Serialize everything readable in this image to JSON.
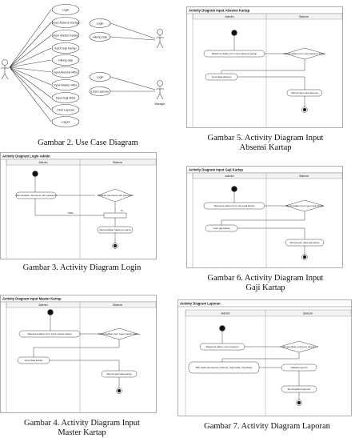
{
  "use_case": {
    "caption": "Gambar 2. Use Case Diagram",
    "actor_left": "",
    "actor_right_top": "",
    "actor_right_bottom": "Manajer",
    "cases_left": [
      "Login",
      "Input Absensi Kartap",
      "Input Master Kartap",
      "Input Gaji Kartap",
      "Hitung Gaji",
      "Input Absensi Mitra",
      "Input Master Mitra",
      "Input Gaji Mitra",
      "Lihat Laporan",
      "Logout"
    ],
    "cases_right_top": [
      "Login",
      "Hitung Gaji"
    ],
    "cases_right_bottom": [
      "Login",
      "Lihat Laporan"
    ]
  },
  "fig3": {
    "caption": "Gambar 3. Activity Diagram Login",
    "title": "Activity Diagram Login Admin",
    "lane_left": "Admin",
    "lane_right": "Sistem",
    "action_left": "Memasukkan username dan password",
    "decision": "Verifikasi username dan password",
    "action_right": "Menampilkan halaman utama",
    "label_no": "Tidak",
    "label_yes": "Ya"
  },
  "fig4": {
    "caption_line1": "Gambar 4. Activity Diagram Input",
    "caption_line2": "Master Kartap",
    "title": "Activity Diagram Input Master Kartap",
    "lane_left": "Admin",
    "lane_right": "Sistem",
    "action_left_1": "Masuk ke dalam form input master kartap",
    "decision": "Menampilkan form input master kartap",
    "action_left_2": "Input data kartap",
    "action_right": "Menyimpan data kartap"
  },
  "fig5": {
    "caption_line1": "Gambar 5. Activity Diagram Input",
    "caption_line2": "Absensi Kartap",
    "title": "Activity Diagram Input Absensi Kartap",
    "lane_left": "Admin",
    "lane_right": "Sistem",
    "action_left_1": "Masuk ke dalam form input absensi kartap",
    "decision": "Menampilkan form input absensi kartap",
    "action_left_2": "Input data absensi",
    "action_right": "Menyimpan data absensi"
  },
  "fig6": {
    "caption_line1": "Gambar 6. Activity Diagram Input",
    "caption_line2": "Gaji Kartap",
    "title": "Activity Diagram Input Gaji Kartap",
    "lane_left": "Admin",
    "lane_right": "Sistem",
    "action_left_1": "Masuk ke dalam form input gaji kartap",
    "decision": "Menampilkan form input gaji kartap",
    "action_left_2": "Input gaji kartap",
    "action_right": "Menyimpan data gaji kartap"
  },
  "fig7": {
    "caption": "Gambar 7. Activity Diagram Laporan",
    "title": "Activity Diagram Laporan",
    "lane_left": "Admin",
    "lane_right": "Sistem",
    "action_left_1": "Masuk ke dalam menu laporan",
    "decision": "Menampilkan submenu laporan",
    "action_left_2": "Pilih salah satu laporan (Absensi, Gaji Kartap, Gaji Mitra)",
    "action_right_1": "Validasi laporan",
    "action_right_2": "Menampilkan laporan"
  }
}
